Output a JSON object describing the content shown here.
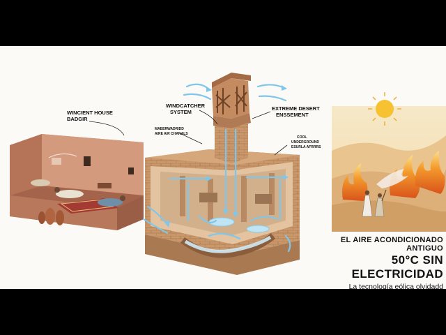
{
  "labels": {
    "house": [
      "WINCIENT HOUSE",
      "BADGIR"
    ],
    "windcatcher": [
      "WINDCATCHER",
      "SYSTEM"
    ],
    "desert": [
      "EXTREME DESERT",
      "ENSSEMENT"
    ],
    "channels": [
      "MAEERWADRIDD",
      "AIRE AIR CHANALS"
    ],
    "underground": [
      "COOL",
      "UNDERGROUND",
      "ESURLA AFRRRS"
    ]
  },
  "caption": {
    "line1": "EL AIRE ACONDICIONADO ANTIGUO",
    "line2": "50°C SIN ELECTRICIDAD",
    "line3": "La tecnología eólica olvidadd"
  },
  "colors": {
    "clay": "#c98a6e",
    "clay_dark": "#a4644c",
    "brick": "#c89868",
    "airflow": "#7fc6ea",
    "sand": "#e9c48f",
    "fire": "#f08a2a",
    "sun": "#f6c232"
  }
}
